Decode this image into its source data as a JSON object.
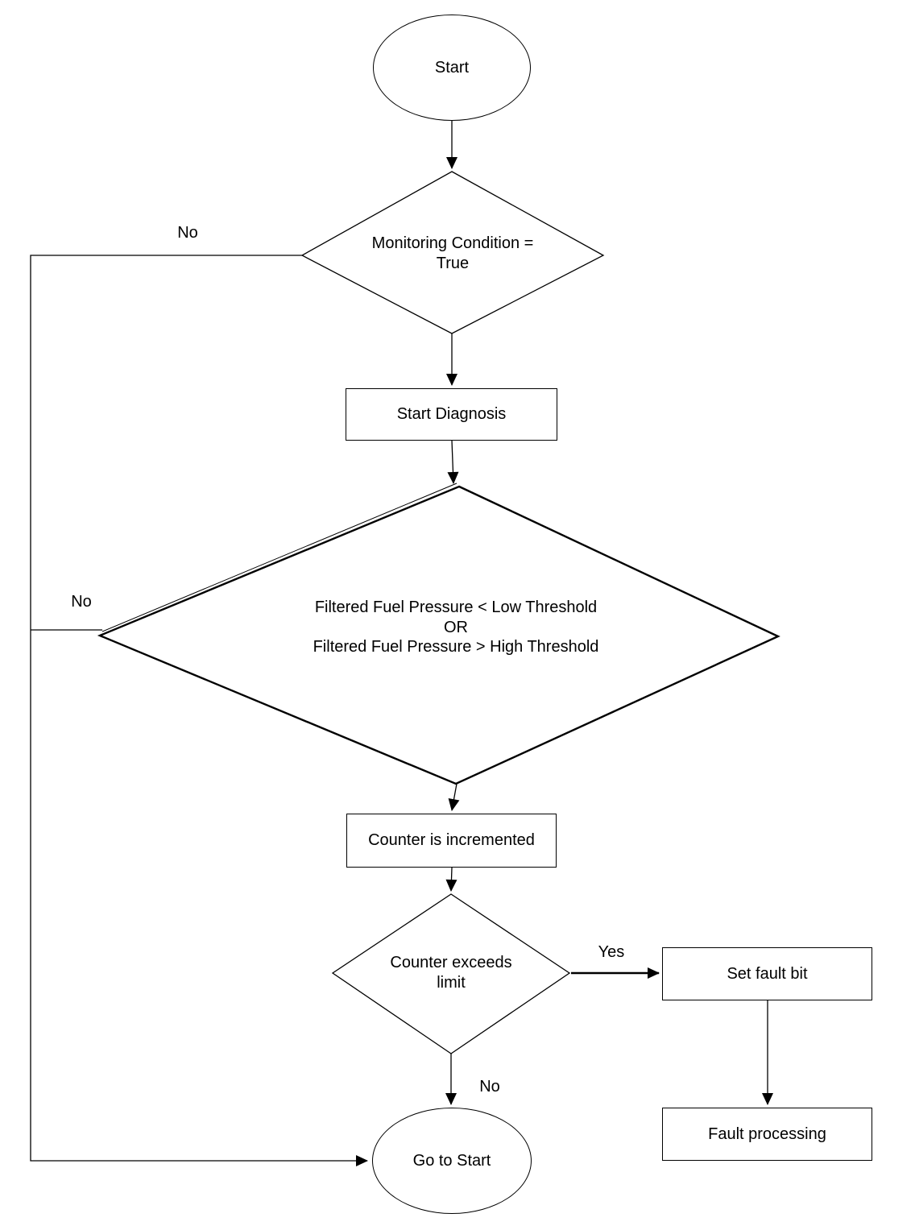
{
  "nodes": {
    "start": {
      "label": "Start"
    },
    "monitoring_condition": {
      "lines": [
        "Monitoring Condition =",
        "True"
      ]
    },
    "start_diagnosis": {
      "label": "Start Diagnosis"
    },
    "pressure_check": {
      "lines": [
        "Filtered Fuel Pressure < Low Threshold",
        "OR",
        "Filtered Fuel Pressure > High Threshold"
      ]
    },
    "counter_incremented": {
      "label": "Counter is incremented"
    },
    "counter_exceeds_limit": {
      "lines": [
        "Counter exceeds",
        "limit"
      ]
    },
    "set_fault_bit": {
      "label": "Set fault bit"
    },
    "fault_processing": {
      "label": "Fault processing"
    },
    "go_to_start": {
      "label": "Go to Start"
    }
  },
  "edge_labels": {
    "monitoring_no": "No",
    "pressure_no": "No",
    "counter_yes": "Yes",
    "counter_no": "No"
  },
  "colors": {
    "stroke": "#000000",
    "background": "#ffffff",
    "text": "#000000"
  }
}
